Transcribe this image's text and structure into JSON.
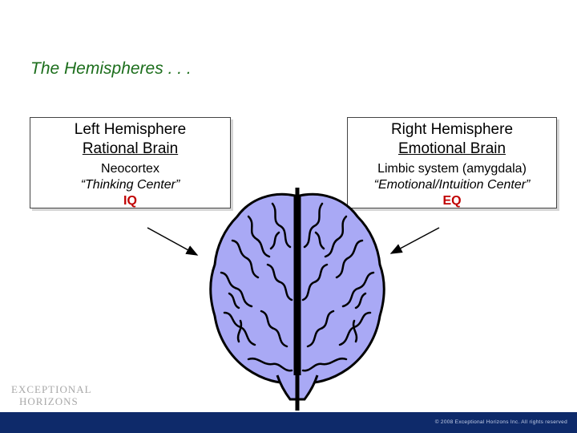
{
  "slide": {
    "title": "The Hemispheres . . ."
  },
  "left_box": {
    "heading": "Left Hemisphere",
    "subheading": "Rational Brain",
    "line1": "Neocortex",
    "line2": "“Thinking Center”",
    "line3": "IQ"
  },
  "right_box": {
    "heading": "Right Hemisphere",
    "subheading": "Emotional Brain",
    "line1": "Limbic system (amygdala)",
    "line2": "“Emotional/Intuition Center”",
    "line3": "EQ"
  },
  "brain_image": {
    "icon": "brain-icon",
    "fill_color": "#a9a9f5",
    "outline_color": "#000000"
  },
  "logo": {
    "line1": "EXCEPTIONAL",
    "line2": "HORIZONS"
  },
  "footer": {
    "copyright": "© 2008 Exceptional Horizons Inc. All rights reserved",
    "bar_color": "#0e2a6a"
  }
}
